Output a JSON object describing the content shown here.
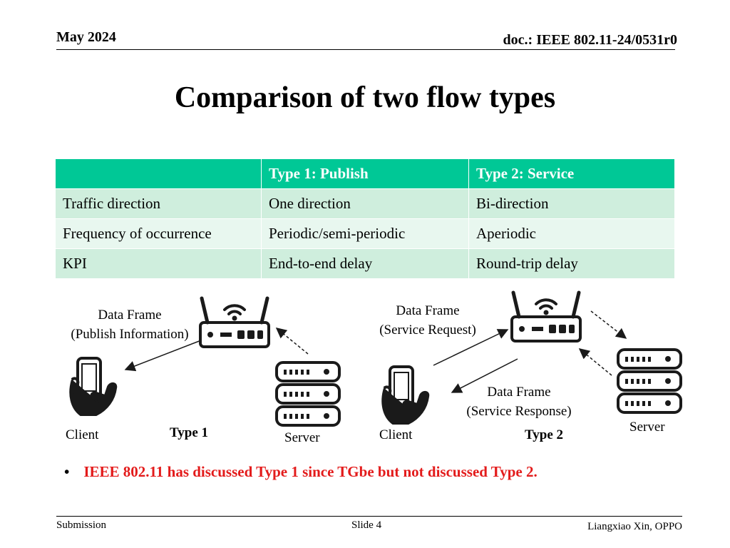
{
  "header": {
    "date": "May 2024",
    "doc": "doc.: IEEE 802.11-24/0531r0"
  },
  "title": "Comparison of two flow types",
  "table": {
    "headers": [
      "",
      "Type 1: Publish",
      "Type 2: Service"
    ],
    "rows": [
      [
        "Traffic direction",
        "One direction",
        "Bi-direction"
      ],
      [
        "Frequency of occurrence",
        "Periodic/semi-periodic",
        "Aperiodic"
      ],
      [
        "KPI",
        "End-to-end delay",
        "Round-trip delay"
      ]
    ]
  },
  "diagram": {
    "type1": {
      "frame_line1": "Data Frame",
      "frame_line2": "(Publish Information)",
      "client": "Client",
      "server": "Server",
      "label": "Type 1"
    },
    "type2": {
      "request_line1": "Data Frame",
      "request_line2": "(Service Request)",
      "response_line1": "Data Frame",
      "response_line2": "(Service Response)",
      "client": "Client",
      "server": "Server",
      "label": "Type 2"
    }
  },
  "note": "IEEE 802.11 has discussed Type 1 since TGbe but not discussed Type 2.",
  "footer": {
    "left": "Submission",
    "center": "Slide 4",
    "right": "Liangxiao Xin, OPPO"
  },
  "colors": {
    "table_header": "#00c896",
    "table_row_dark": "#cfeedd",
    "table_row_light": "#e8f7ef",
    "note_text": "#e31b1b",
    "icon": "#1a1a1a"
  }
}
